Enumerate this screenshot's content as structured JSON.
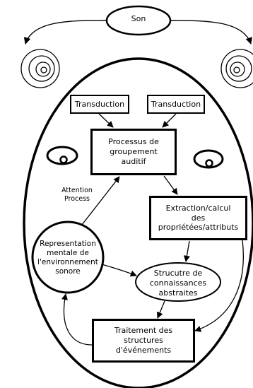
{
  "diagram": {
    "sound": "Son",
    "transduction_left": "Transduction",
    "transduction_right": "Transduction",
    "grouping": "Processus de\ngroupement\nauditif",
    "attention": "Attention\nProcess",
    "extraction": "Extraction/calcul\ndes\npropriétées/attributs",
    "representation": "Representation\nmentale de\nl'environnement\nsonore",
    "structure": "Strucutre de\nconnaissances\nabstraites",
    "events": "Traitement des\nstructures\nd'événements"
  }
}
